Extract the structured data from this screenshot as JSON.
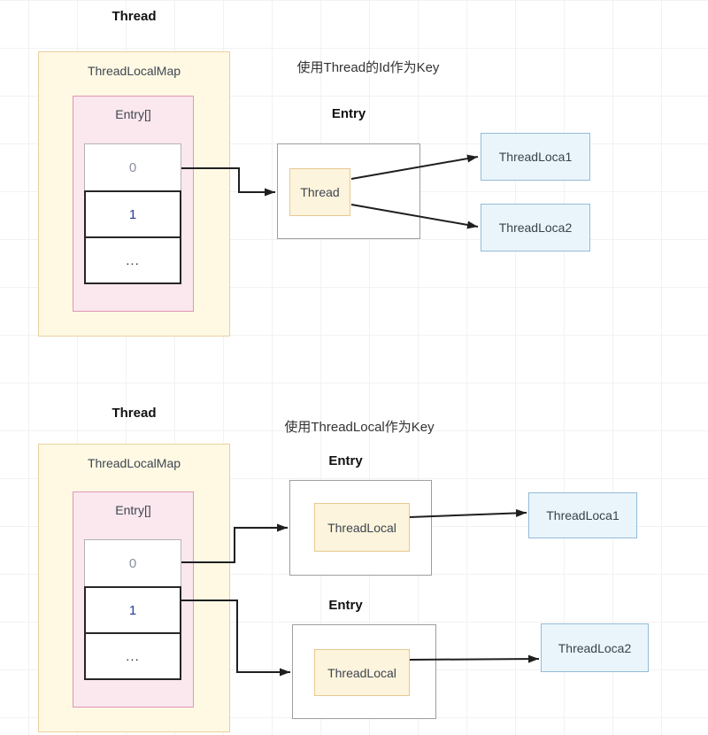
{
  "colors": {
    "yellow_fill": "#FFF9E4",
    "yellow_stroke": "#E9D09E",
    "inner_yellow_fill": "#FCF4DC",
    "inner_yellow_stroke": "#E7C992",
    "pink_fill": "#FBE7EE",
    "pink_stroke": "#E096B4",
    "blue_fill": "#EAF5FB",
    "blue_stroke": "#93BBD9",
    "gray_stroke": "#9E9E9E",
    "arrow": "#1F1F1F",
    "grid": "#F2F2F2"
  },
  "top": {
    "thread_title": "Thread",
    "caption": "使用Thread的Id作为Key",
    "map_label": "ThreadLocalMap",
    "array_label": "Entry[]",
    "cells": [
      "0",
      "1",
      "..."
    ],
    "entry_title": "Entry",
    "entry_key": "Thread",
    "value1": "ThreadLoca1",
    "value2": "ThreadLoca2"
  },
  "bottom": {
    "thread_title": "Thread",
    "caption": "使用ThreadLocal作为Key",
    "map_label": "ThreadLocalMap",
    "array_label": "Entry[]",
    "cells": [
      "0",
      "1",
      "..."
    ],
    "entry1_title": "Entry",
    "entry1_key": "ThreadLocal",
    "entry1_value": "ThreadLoca1",
    "entry2_title": "Entry",
    "entry2_key": "ThreadLocal",
    "entry2_value": "ThreadLoca2"
  }
}
